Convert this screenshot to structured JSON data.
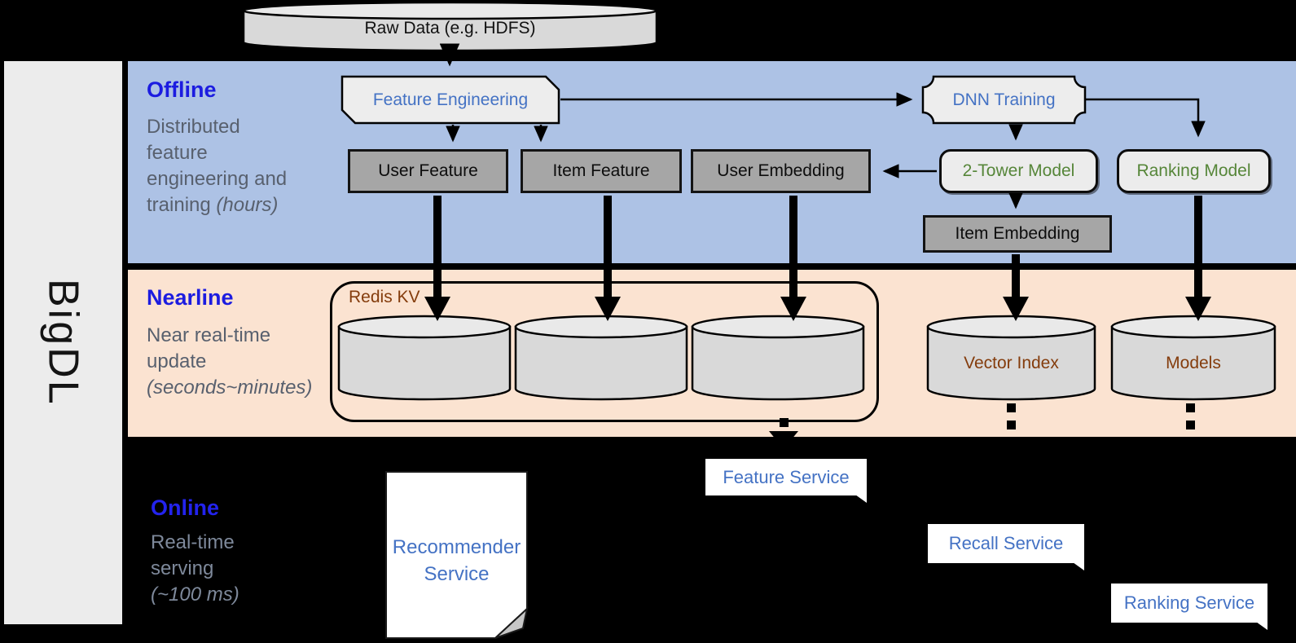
{
  "brand": {
    "name": "BigDL"
  },
  "raw_data": {
    "label": "Raw Data (e.g. HDFS)"
  },
  "sections": {
    "offline": {
      "title": "Offline",
      "desc_lines": [
        "Distributed",
        "feature",
        "engineering and",
        "training"
      ],
      "duration": "(hours)"
    },
    "nearline": {
      "title": "Nearline",
      "desc_lines": [
        "Near real-time",
        "update"
      ],
      "duration": "(seconds~minutes)"
    },
    "online": {
      "title": "Online",
      "desc_lines": [
        "Real-time",
        "serving"
      ],
      "duration": "(~100 ms)"
    }
  },
  "offline_nodes": {
    "feature_engineering": "Feature Engineering",
    "dnn_training": "DNN Training",
    "user_feature": "User Feature",
    "item_feature": "Item Feature",
    "user_embedding": "User Embedding",
    "two_tower_model": "2-Tower Model",
    "ranking_model": "Ranking Model",
    "item_embedding": "Item Embedding"
  },
  "nearline_nodes": {
    "redis_kv": "Redis KV",
    "vector_index": "Vector Index",
    "models": "Models"
  },
  "online_nodes": {
    "recommender_service": "Recommender Service",
    "feature_service": "Feature Service",
    "recall_service": "Recall Service",
    "ranking_service": "Ranking Service"
  },
  "colors": {
    "offline_band": "#adc2e5",
    "nearline_band": "#fbe3d1",
    "online_band": "#000000",
    "section_title_blue": "#1c1ce0",
    "node_label_blue": "#4472c4",
    "node_label_green": "#568639",
    "node_label_brown": "#843c0c",
    "gray_node_fill": "#a6a6a6",
    "light_node_fill": "#ededed",
    "cylinder_fill": "#d9d9d9",
    "sidebar_fill": "#ececec"
  }
}
